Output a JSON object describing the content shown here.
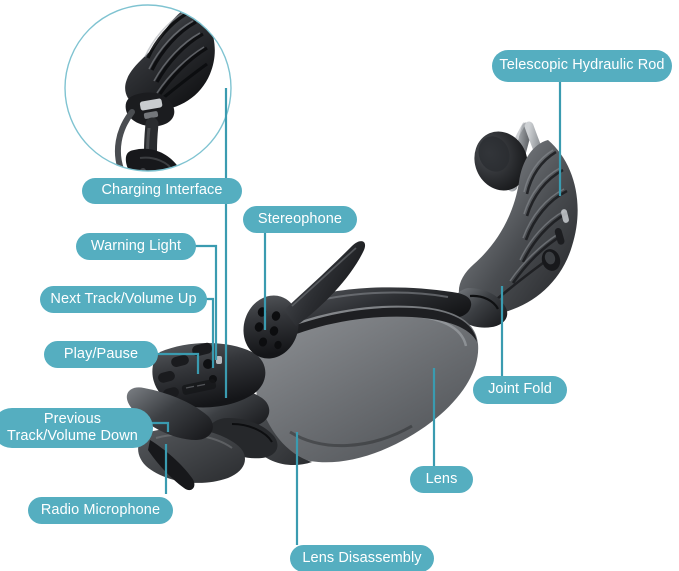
{
  "diagram": {
    "title": "Bluetooth Sunglasses Headset Feature Callout Diagram",
    "background_color": "#ffffff",
    "accent_color": "#55AEC0",
    "leader_line_color": "#3A9BB0",
    "inset": {
      "name": "charging-interface-detail-circle",
      "shape": "circle",
      "border_color": "#7FC3D1",
      "description": "Magnified circular detail view of the charging port on the temple arm"
    },
    "product": {
      "name": "bluetooth-sunglasses",
      "body_color": "#2e2f31",
      "lens_color": "#6f7276"
    },
    "callouts": [
      {
        "id": "telescopic-hydraulic-rod",
        "label": "Telescopic Hydraulic Rod",
        "lines": [
          "Telescopic Hydraulic Rod"
        ]
      },
      {
        "id": "charging-interface",
        "label": "Charging Interface",
        "lines": [
          "Charging Interface"
        ]
      },
      {
        "id": "stereophone",
        "label": "Stereophone",
        "lines": [
          "Stereophone"
        ]
      },
      {
        "id": "warning-light",
        "label": "Warning Light",
        "lines": [
          "Warning Light"
        ]
      },
      {
        "id": "next-track-volume-up",
        "label": "Next Track/Volume Up",
        "lines": [
          "Next Track/Volume Up"
        ]
      },
      {
        "id": "play-pause",
        "label": "Play/Pause",
        "lines": [
          "Play/Pause"
        ]
      },
      {
        "id": "previous-track-volume-down",
        "label": "Previous Track/Volume Down",
        "lines": [
          "Previous",
          "Track/Volume Down"
        ]
      },
      {
        "id": "radio-microphone",
        "label": "Radio Microphone",
        "lines": [
          "Radio Microphone"
        ]
      },
      {
        "id": "joint-fold",
        "label": "Joint Fold",
        "lines": [
          "Joint Fold"
        ]
      },
      {
        "id": "lens",
        "label": "Lens",
        "lines": [
          "Lens"
        ]
      },
      {
        "id": "lens-disassembly",
        "label": "Lens Disassembly",
        "lines": [
          "Lens Disassembly"
        ]
      }
    ]
  }
}
